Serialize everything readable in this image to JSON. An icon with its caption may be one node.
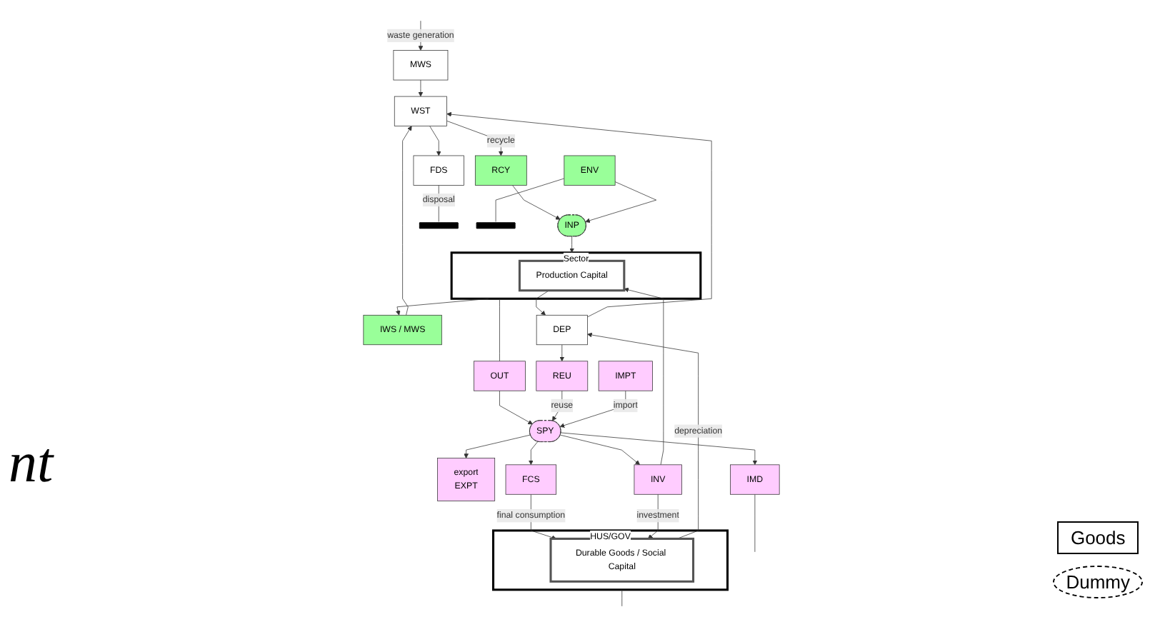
{
  "diagram": {
    "nodes": [
      {
        "text": [
          "FDS"
        ]
      },
      {
        "text": [
          "WST"
        ]
      },
      {
        "text": [
          "MWS"
        ]
      },
      {
        "text": [
          "RCY"
        ]
      },
      {
        "text": [
          "IWS / MWS"
        ]
      },
      {
        "text": [
          "DEP"
        ]
      },
      {
        "text": [
          "Sector"
        ]
      },
      {
        "text": [
          "Production Capital"
        ],
        "in": 6
      },
      {
        "text": [
          "INP"
        ]
      },
      {
        "text": [
          "OUT"
        ]
      },
      {
        "text": [
          "REU"
        ]
      },
      {
        "text": [
          "export",
          "EXPT"
        ]
      },
      {
        "text": [
          "FCS"
        ]
      },
      {
        "text": [
          "SPY"
        ]
      },
      {
        "text": [
          "ENV"
        ]
      },
      {
        "text": [
          "INV"
        ]
      },
      {
        "text": [
          "IMPT"
        ]
      },
      {
        "text": [
          "IMD"
        ]
      },
      {
        "text": [
          "HUS/GOV"
        ]
      },
      {
        "text": [
          "Durable Goods / Social Capital"
        ],
        "in": 18
      },
      {
        "text": [],
        "shape": "ground"
      },
      {
        "text": [],
        "shape": "ground"
      }
    ],
    "edges": [
      {
        "from": 1,
        "to": 0,
        "arrow": "to"
      },
      {
        "from": 0,
        "to": 20,
        "arrow": "none",
        "label": "disposal"
      },
      {
        "from": 2,
        "to": 1,
        "arrow": "to"
      },
      {
        "from": null,
        "to": 2,
        "arrow": "to",
        "label": "waste generation"
      },
      {
        "from": 5,
        "to": 1,
        "arrow": "to"
      },
      {
        "from": 1,
        "to": 3,
        "arrow": "to",
        "label": "recycle"
      },
      {
        "from": 4,
        "to": 1,
        "arrow": "to"
      },
      {
        "from": 6,
        "to": 4,
        "arrow": "to"
      },
      {
        "from": 7,
        "to": 5,
        "arrow": "to"
      },
      {
        "from": 19,
        "to": 5,
        "arrow": "to",
        "label": "depreciation"
      },
      {
        "from": 5,
        "to": 10,
        "arrow": "to"
      },
      {
        "from": 3,
        "to": 8,
        "arrow": "to"
      },
      {
        "from": 14,
        "to": 8,
        "arrow": "to"
      },
      {
        "from": 14,
        "to": 21,
        "arrow": "none"
      },
      {
        "from": 8,
        "to": 6,
        "arrow": "to"
      },
      {
        "from": 6,
        "to": 9,
        "arrow": "none"
      },
      {
        "from": 9,
        "to": 13,
        "arrow": "to"
      },
      {
        "from": 10,
        "to": 13,
        "arrow": "to",
        "label": "reuse"
      },
      {
        "from": 16,
        "to": 13,
        "arrow": "to",
        "label": "import"
      },
      {
        "from": 13,
        "to": 11,
        "arrow": "to"
      },
      {
        "from": 13,
        "to": 12,
        "arrow": "to"
      },
      {
        "from": 13,
        "to": 15,
        "arrow": "to"
      },
      {
        "from": 13,
        "to": 17,
        "arrow": "to"
      },
      {
        "from": 12,
        "to": 19,
        "arrow": "to",
        "label": "final consumption"
      },
      {
        "from": 15,
        "to": 19,
        "arrow": "to",
        "label": "investment"
      },
      {
        "from": 15,
        "to": 7,
        "arrow": "to"
      },
      {
        "from": 17,
        "to": null,
        "arrow": "none"
      },
      {
        "from": 18,
        "to": null,
        "arrow": "none"
      }
    ],
    "labels": [
      "nt"
    ],
    "legend": [
      {
        "text": "Goods"
      },
      {
        "text": "Dummy"
      }
    ]
  }
}
